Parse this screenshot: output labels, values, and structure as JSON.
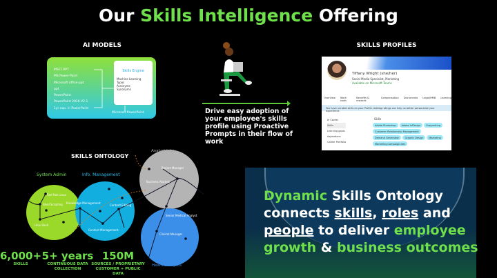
{
  "title": {
    "part1": "Our ",
    "highlight": "Skills Intelligence",
    "part2": " Offering"
  },
  "ai_models": {
    "label": "AI MODELS",
    "inputs": [
      "MSFT PPT",
      "MS Power-Point",
      "Microsoft office-ppt",
      "ppt",
      "PowerPoint",
      "PowerPoint 2016 V2.1",
      "1yr exp. in PowerPoint"
    ],
    "engine_title": "Skills Engine",
    "engine_items": [
      "Machine Learning",
      "Typos",
      "Acronyms",
      "Synonyms"
    ],
    "output": "Microsoft PowerPoint"
  },
  "adoption": {
    "text": "Drive easy adoption of your employee's skills profile using Proactive Prompts in their flow of work"
  },
  "skills_profiles": {
    "label": "SKILLS PROFILES",
    "name": "Tiffany Wright (she/her)",
    "role": "Social Media Specialist, Marketing",
    "status": "Available on Microsoft Teams",
    "tabs": [
      "Overview",
      "Work roots",
      "Benefits & rewards",
      "Compensation",
      "Documents",
      "Legal/HMB",
      "Learning"
    ],
    "note": "You have unrated skills on your Profile. Adding ratings can help us better personalize your experience.",
    "side_title": "In Career",
    "side_items": [
      "Skills",
      "Learning goals",
      "Aspirations",
      "Career Portfolio"
    ],
    "skills_title": "Skills",
    "skills": [
      "Adobe Photoshop",
      "Adobe InDesign",
      "Copywriting",
      "Customer Relationship Management",
      "Demand Generation",
      "Graphic Design",
      "Marketing",
      "Marketing Campaign Dev"
    ]
  },
  "ontology": {
    "label": "SKILLS ONTOLOGY",
    "groups": {
      "system_admin": "System Admin",
      "info_mgmt": "Info. Management",
      "analyst": "Analyst Jobs",
      "healthcare": "Healthcare Jobs"
    },
    "nodes": [
      "Red Hat Linux",
      "Shell Scripting",
      "Unix Shell",
      "Knowledge Management",
      "Content Editing",
      "Content Management",
      "Project Manager",
      "Business Analyst",
      "Senior Medical Analyst",
      "Clinical Manager"
    ]
  },
  "stats": [
    {
      "value": "6,000+",
      "label": "SKILLS"
    },
    {
      "value": "5+ years",
      "label": "CONTINUOUS DATA COLLECTION"
    },
    {
      "value": "150M",
      "label": "SOURCES / PROPRIETARY CUSTOMER + PUBLIC DATA"
    }
  ],
  "tagline": {
    "w1": "Dynamic",
    "w2": " Skills Ontology",
    "w3": "connects ",
    "w4": "skills",
    "w5": ", ",
    "w6": "roles",
    "w7": " and",
    "w8": "people",
    "w9": " to deliver ",
    "w10": "employee",
    "w11": "growth",
    "w12": " & ",
    "w13": "business outcomes"
  },
  "colors": {
    "accent_green": "#6fe04c",
    "blue": "#1aa8e0"
  }
}
